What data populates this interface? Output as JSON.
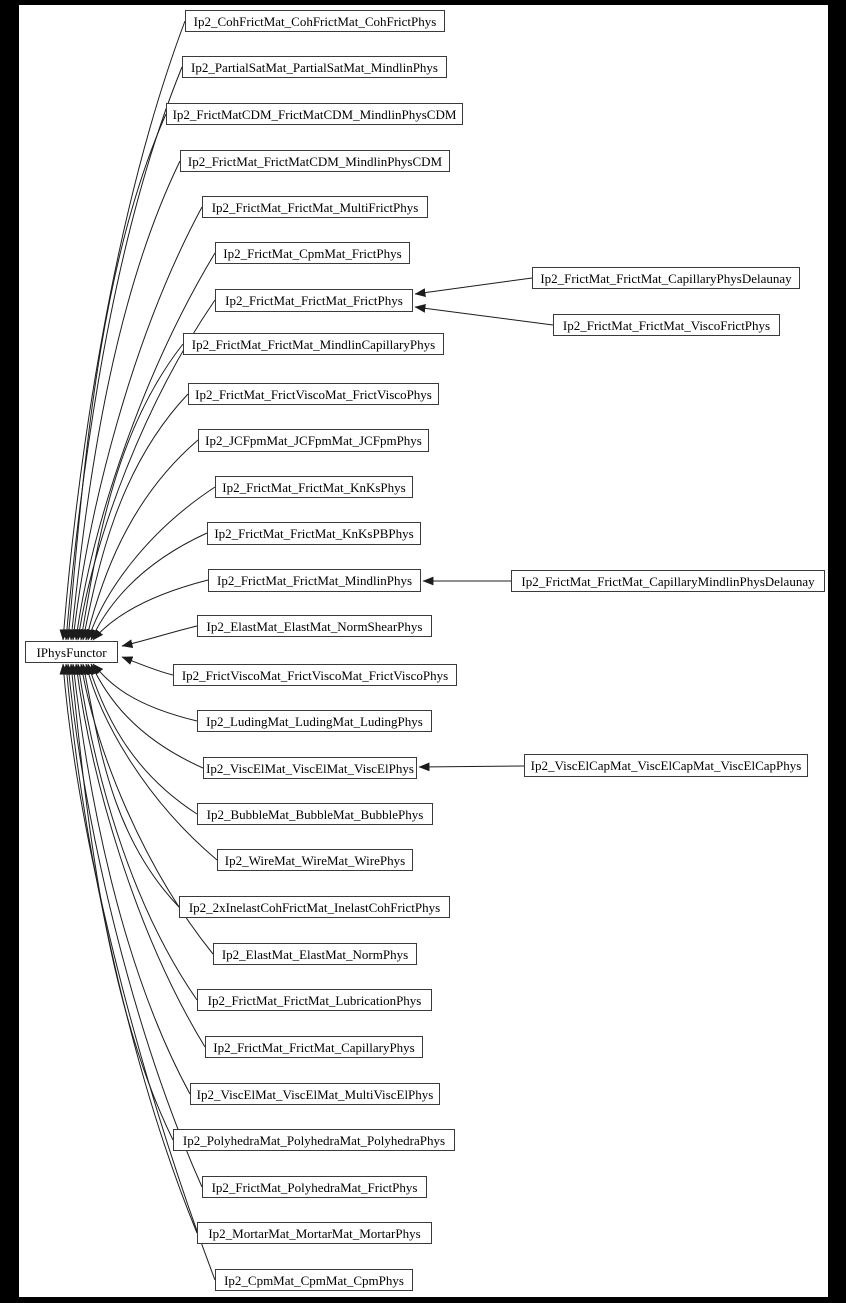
{
  "diagram_type": "class-inheritance-graph",
  "colors": {
    "background": "#ffffff",
    "frame": "#000000",
    "line": "#1c1c1c",
    "node_border": "#3a3a3a",
    "node_fill": "#ffffff",
    "text": "#000000"
  },
  "nodes": [
    "IPhysFunctor",
    "Ip2_CohFrictMat_CohFrictMat_CohFrictPhys",
    "Ip2_PartialSatMat_PartialSatMat_MindlinPhys",
    "Ip2_FrictMatCDM_FrictMatCDM_MindlinPhysCDM",
    "Ip2_FrictMat_FrictMatCDM_MindlinPhysCDM",
    "Ip2_FrictMat_FrictMat_MultiFrictPhys",
    "Ip2_FrictMat_CpmMat_FrictPhys",
    "Ip2_FrictMat_FrictMat_FrictPhys",
    "Ip2_FrictMat_FrictMat_MindlinCapillaryPhys",
    "Ip2_FrictMat_FrictViscoMat_FrictViscoPhys",
    "Ip2_JCFpmMat_JCFpmMat_JCFpmPhys",
    "Ip2_FrictMat_FrictMat_KnKsPhys",
    "Ip2_FrictMat_FrictMat_KnKsPBPhys",
    "Ip2_FrictMat_FrictMat_MindlinPhys",
    "Ip2_ElastMat_ElastMat_NormShearPhys",
    "Ip2_FrictViscoMat_FrictViscoMat_FrictViscoPhys",
    "Ip2_LudingMat_LudingMat_LudingPhys",
    "Ip2_ViscElMat_ViscElMat_ViscElPhys",
    "Ip2_BubbleMat_BubbleMat_BubblePhys",
    "Ip2_WireMat_WireMat_WirePhys",
    "Ip2_2xInelastCohFrictMat_InelastCohFrictPhys",
    "Ip2_ElastMat_ElastMat_NormPhys",
    "Ip2_FrictMat_FrictMat_LubricationPhys",
    "Ip2_FrictMat_FrictMat_CapillaryPhys",
    "Ip2_ViscElMat_ViscElMat_MultiViscElPhys",
    "Ip2_PolyhedraMat_PolyhedraMat_PolyhedraPhys",
    "Ip2_FrictMat_PolyhedraMat_FrictPhys",
    "Ip2_MortarMat_MortarMat_MortarPhys",
    "Ip2_CpmMat_CpmMat_CpmPhys",
    "Ip2_FrictMat_FrictMat_CapillaryPhysDelaunay",
    "Ip2_FrictMat_FrictMat_ViscoFrictPhys",
    "Ip2_FrictMat_FrictMat_CapillaryMindlinPhysDelaunay",
    "Ip2_ViscElCapMat_ViscElCapMat_ViscElCapPhys"
  ],
  "edges": [
    {
      "from": "Ip2_CohFrictMat_CohFrictMat_CohFrictPhys",
      "to": "IPhysFunctor"
    },
    {
      "from": "Ip2_PartialSatMat_PartialSatMat_MindlinPhys",
      "to": "IPhysFunctor"
    },
    {
      "from": "Ip2_FrictMatCDM_FrictMatCDM_MindlinPhysCDM",
      "to": "IPhysFunctor"
    },
    {
      "from": "Ip2_FrictMat_FrictMatCDM_MindlinPhysCDM",
      "to": "IPhysFunctor"
    },
    {
      "from": "Ip2_FrictMat_FrictMat_MultiFrictPhys",
      "to": "IPhysFunctor"
    },
    {
      "from": "Ip2_FrictMat_CpmMat_FrictPhys",
      "to": "IPhysFunctor"
    },
    {
      "from": "Ip2_FrictMat_FrictMat_FrictPhys",
      "to": "IPhysFunctor"
    },
    {
      "from": "Ip2_FrictMat_FrictMat_MindlinCapillaryPhys",
      "to": "IPhysFunctor"
    },
    {
      "from": "Ip2_FrictMat_FrictViscoMat_FrictViscoPhys",
      "to": "IPhysFunctor"
    },
    {
      "from": "Ip2_JCFpmMat_JCFpmMat_JCFpmPhys",
      "to": "IPhysFunctor"
    },
    {
      "from": "Ip2_FrictMat_FrictMat_KnKsPhys",
      "to": "IPhysFunctor"
    },
    {
      "from": "Ip2_FrictMat_FrictMat_KnKsPBPhys",
      "to": "IPhysFunctor"
    },
    {
      "from": "Ip2_FrictMat_FrictMat_MindlinPhys",
      "to": "IPhysFunctor"
    },
    {
      "from": "Ip2_ElastMat_ElastMat_NormShearPhys",
      "to": "IPhysFunctor"
    },
    {
      "from": "Ip2_FrictViscoMat_FrictViscoMat_FrictViscoPhys",
      "to": "IPhysFunctor"
    },
    {
      "from": "Ip2_LudingMat_LudingMat_LudingPhys",
      "to": "IPhysFunctor"
    },
    {
      "from": "Ip2_ViscElMat_ViscElMat_ViscElPhys",
      "to": "IPhysFunctor"
    },
    {
      "from": "Ip2_BubbleMat_BubbleMat_BubblePhys",
      "to": "IPhysFunctor"
    },
    {
      "from": "Ip2_WireMat_WireMat_WirePhys",
      "to": "IPhysFunctor"
    },
    {
      "from": "Ip2_2xInelastCohFrictMat_InelastCohFrictPhys",
      "to": "IPhysFunctor"
    },
    {
      "from": "Ip2_ElastMat_ElastMat_NormPhys",
      "to": "IPhysFunctor"
    },
    {
      "from": "Ip2_FrictMat_FrictMat_LubricationPhys",
      "to": "IPhysFunctor"
    },
    {
      "from": "Ip2_FrictMat_FrictMat_CapillaryPhys",
      "to": "IPhysFunctor"
    },
    {
      "from": "Ip2_ViscElMat_ViscElMat_MultiViscElPhys",
      "to": "IPhysFunctor"
    },
    {
      "from": "Ip2_PolyhedraMat_PolyhedraMat_PolyhedraPhys",
      "to": "IPhysFunctor"
    },
    {
      "from": "Ip2_FrictMat_PolyhedraMat_FrictPhys",
      "to": "IPhysFunctor"
    },
    {
      "from": "Ip2_MortarMat_MortarMat_MortarPhys",
      "to": "IPhysFunctor"
    },
    {
      "from": "Ip2_CpmMat_CpmMat_CpmPhys",
      "to": "IPhysFunctor"
    },
    {
      "from": "Ip2_FrictMat_FrictMat_CapillaryPhysDelaunay",
      "to": "Ip2_FrictMat_FrictMat_FrictPhys"
    },
    {
      "from": "Ip2_FrictMat_FrictMat_ViscoFrictPhys",
      "to": "Ip2_FrictMat_FrictMat_FrictPhys"
    },
    {
      "from": "Ip2_FrictMat_FrictMat_CapillaryMindlinPhysDelaunay",
      "to": "Ip2_FrictMat_FrictMat_MindlinPhys"
    },
    {
      "from": "Ip2_ViscElCapMat_ViscElCapMat_ViscElCapPhys",
      "to": "Ip2_ViscElMat_ViscElMat_ViscElPhys"
    }
  ]
}
